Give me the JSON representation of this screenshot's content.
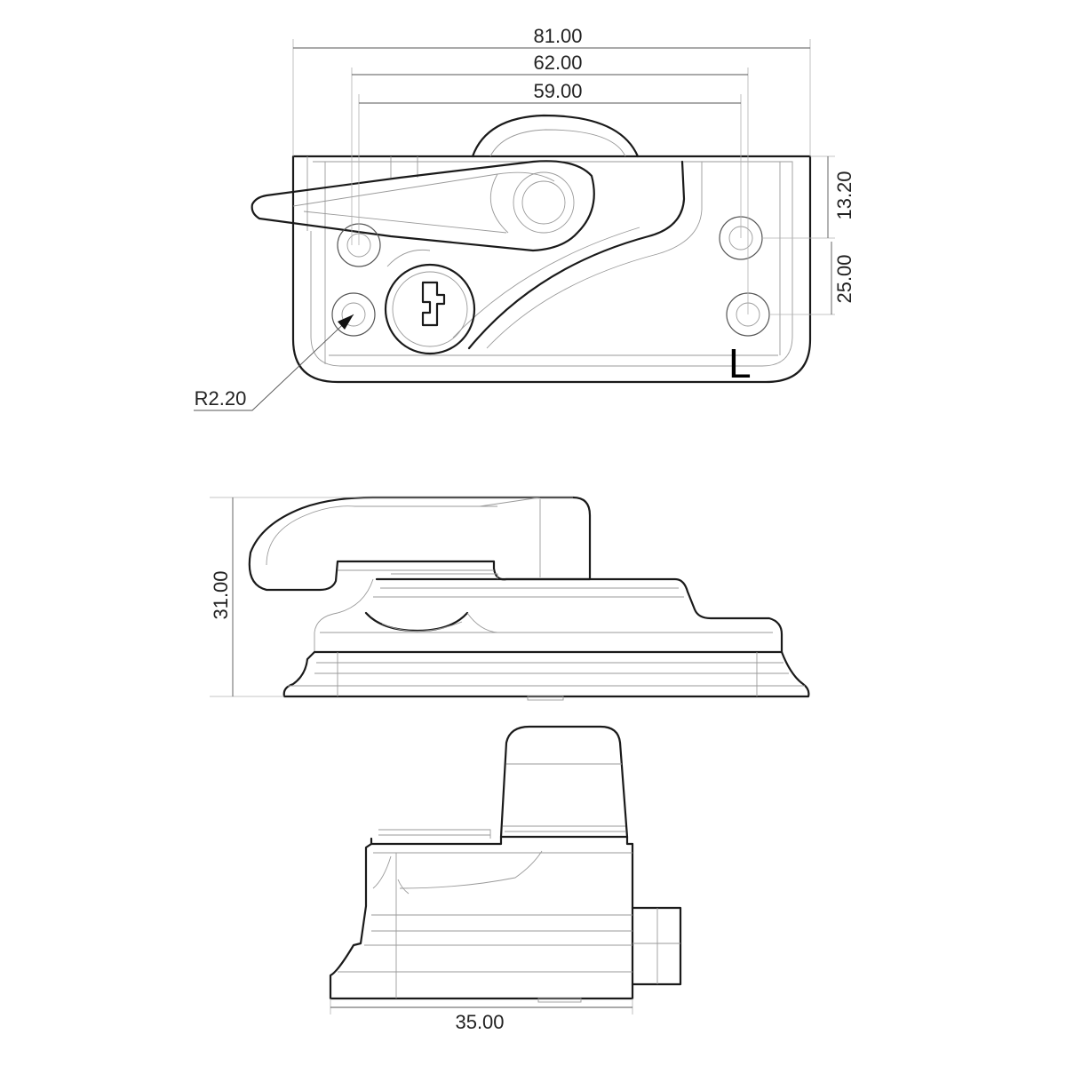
{
  "dimensions": {
    "width_overall": "81.00",
    "width_outer_holes": "62.00",
    "width_inner_holes": "59.00",
    "height_upper": "13.20",
    "height_lower": "25.00",
    "radius": "R2.20",
    "side_height": "31.00",
    "end_width": "35.00"
  },
  "hand_marker": "L",
  "colors": {
    "line": "#1a1a1a",
    "detail": "#9a9a9a",
    "dimension": "#555555"
  }
}
